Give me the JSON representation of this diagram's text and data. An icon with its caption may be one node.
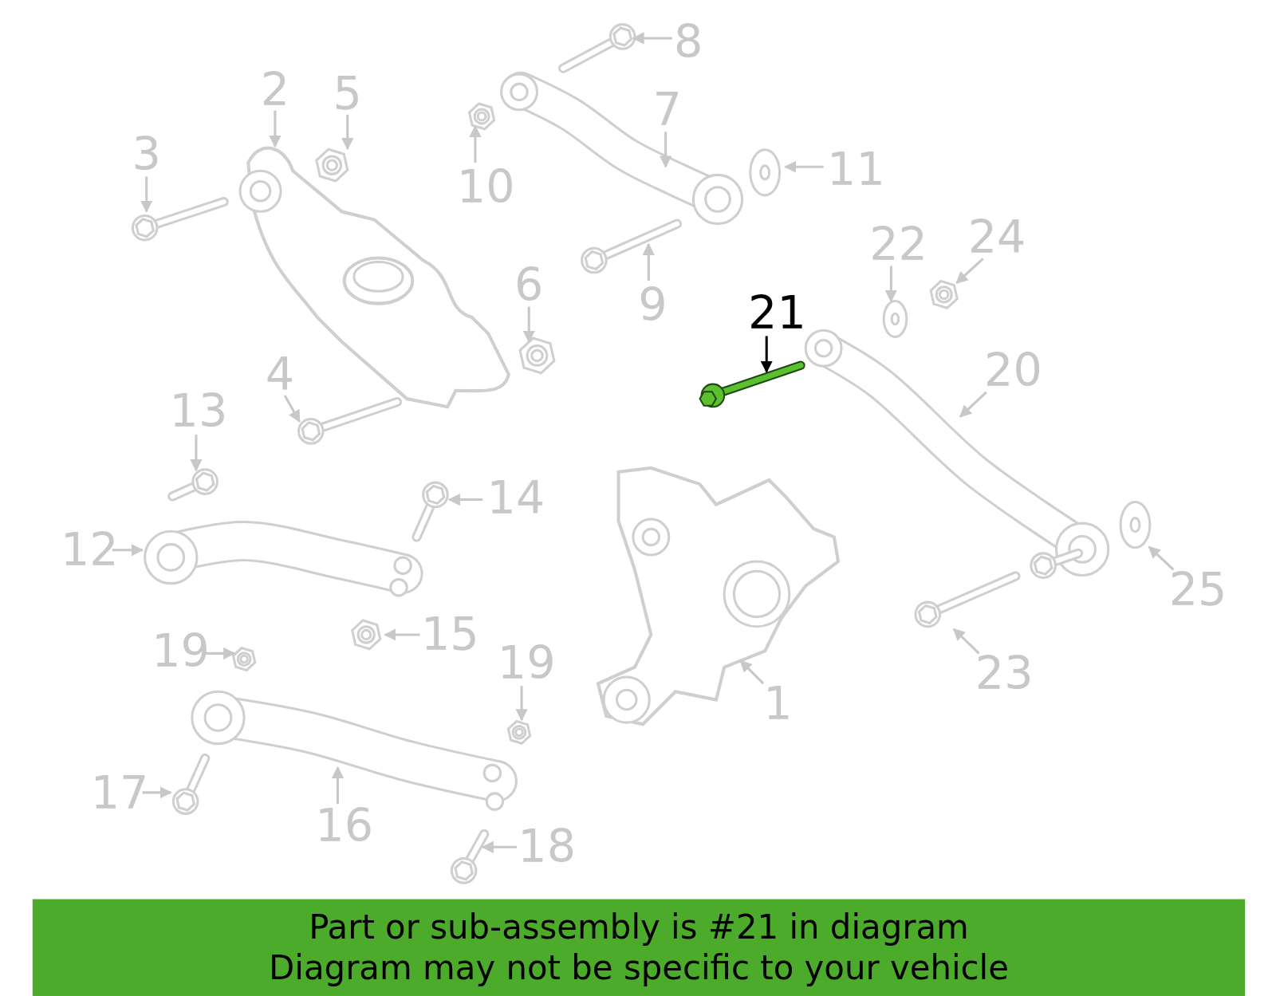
{
  "diagram": {
    "nodes": [
      {
        "text": [
          "8"
        ]
      },
      {
        "text": [
          "2"
        ]
      },
      {
        "text": [
          "7"
        ]
      },
      {
        "text": [
          "5"
        ]
      },
      {
        "text": [
          "3"
        ]
      },
      {
        "text": [
          "11"
        ]
      },
      {
        "text": [
          "10"
        ]
      },
      {
        "text": [
          "22"
        ]
      },
      {
        "text": [
          "24"
        ]
      },
      {
        "text": [
          "6"
        ]
      },
      {
        "text": [
          "9"
        ]
      },
      {
        "text": [
          "21"
        ]
      },
      {
        "text": [
          "20"
        ]
      },
      {
        "text": [
          "4"
        ]
      },
      {
        "text": [
          "13"
        ]
      },
      {
        "text": [
          "14"
        ]
      },
      {
        "text": [
          "12"
        ]
      },
      {
        "text": [
          "15"
        ]
      },
      {
        "text": [
          "19"
        ]
      },
      {
        "text": [
          "19"
        ]
      },
      {
        "text": [
          "1"
        ]
      },
      {
        "text": [
          "25"
        ]
      },
      {
        "text": [
          "23"
        ]
      },
      {
        "text": [
          "17"
        ]
      },
      {
        "text": [
          "16"
        ]
      },
      {
        "text": [
          "18"
        ]
      },
      {
        "text": [],
        "shape": "picture"
      }
    ],
    "edges": [
      {
        "from": 0,
        "to": null,
        "arrow": "to"
      },
      {
        "from": 1,
        "to": null,
        "arrow": "to"
      },
      {
        "from": 2,
        "to": null,
        "arrow": "to"
      },
      {
        "from": 3,
        "to": null,
        "arrow": "to"
      },
      {
        "from": 4,
        "to": null,
        "arrow": "to"
      },
      {
        "from": 5,
        "to": null,
        "arrow": "to"
      },
      {
        "from": 6,
        "to": null,
        "arrow": "to"
      },
      {
        "from": 7,
        "to": null,
        "arrow": "to"
      },
      {
        "from": 8,
        "to": 26,
        "arrow": "to"
      },
      {
        "from": 9,
        "to": null,
        "arrow": "to"
      },
      {
        "from": 10,
        "to": null,
        "arrow": "to"
      },
      {
        "from": 11,
        "to": null,
        "arrow": "to",
        "color": "#000000"
      },
      {
        "from": 12,
        "to": null,
        "arrow": "to"
      },
      {
        "from": 13,
        "to": null,
        "arrow": "to"
      },
      {
        "from": 14,
        "to": null,
        "arrow": "to"
      },
      {
        "from": 15,
        "to": null,
        "arrow": "to"
      },
      {
        "from": 16,
        "to": null,
        "arrow": "to"
      },
      {
        "from": 17,
        "to": null,
        "arrow": "to"
      },
      {
        "from": 18,
        "to": null,
        "arrow": "to"
      },
      {
        "from": 19,
        "to": null,
        "arrow": "to"
      },
      {
        "from": 20,
        "to": null,
        "arrow": "to"
      },
      {
        "from": 21,
        "to": null,
        "arrow": "to"
      },
      {
        "from": 22,
        "to": null,
        "arrow": "to"
      },
      {
        "from": 23,
        "to": null,
        "arrow": "to"
      },
      {
        "from": 24,
        "to": null,
        "arrow": "to"
      },
      {
        "from": 25,
        "to": null,
        "arrow": "to"
      }
    ],
    "labels": [
      "Part or sub-assembly is #21 in diagram",
      "Diagram may not be specific to your vehicle"
    ]
  }
}
